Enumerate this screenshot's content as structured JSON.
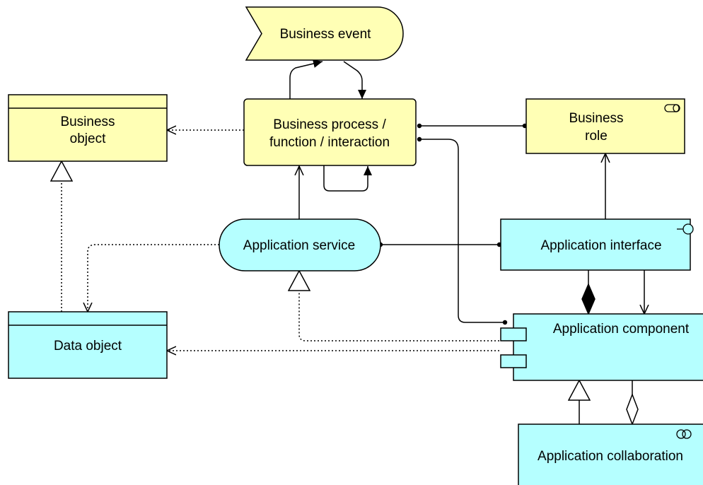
{
  "colors": {
    "business": "#ffffb5",
    "application": "#b5ffff",
    "stroke": "#000000",
    "background": "#ffffff"
  },
  "elements": {
    "business_event": {
      "label": "Business event",
      "icon": "business-event-shape"
    },
    "business_object": {
      "line1": "Business",
      "line2": "object"
    },
    "business_process": {
      "line1": "Business process /",
      "line2": "function / interaction"
    },
    "business_role": {
      "line1": "Business",
      "line2": "role",
      "icon": "role-icon"
    },
    "application_service": {
      "label": "Application service"
    },
    "application_interface": {
      "label": "Application interface",
      "icon": "interface-icon"
    },
    "data_object": {
      "label": "Data object"
    },
    "application_component": {
      "label": "Application component",
      "icon": "component-icon"
    },
    "application_collaboration": {
      "label": "Application collaboration",
      "icon": "collaboration-icon"
    }
  }
}
